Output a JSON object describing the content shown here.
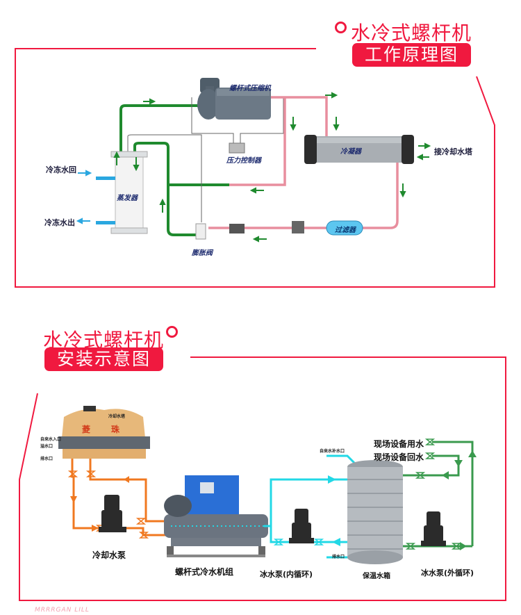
{
  "section1": {
    "title": "水冷式螺杆机",
    "badge": "工作原理图",
    "labels": {
      "compressor": "螺杆式压缩机",
      "pressure_controller": "压力控制器",
      "condenser": "冷凝器",
      "to_cooling_tower": "接冷却水塔",
      "chilled_water_return": "冷冻水回",
      "chilled_water_out": "冷冻水出",
      "evaporator": "蒸发器",
      "expansion_valve": "膨胀阀",
      "filter": "过滤器"
    }
  },
  "section2": {
    "title": "水冷式螺杆机",
    "badge": "安装示意图",
    "labels": {
      "cooling_tower": "冷却水塔",
      "tower_brand": "菱 珠",
      "tap_water_inlet": "自来水入口",
      "overflow": "溢水口",
      "drain_tower": "排水口",
      "cooling_pump": "冷却水泵",
      "chiller_unit": "螺杆式冷水机组",
      "ice_pump_inner": "冰水泵(内循环)",
      "tank_makeup": "自来水补水口",
      "drain_tank": "排水口",
      "insulated_tank": "保温水箱",
      "ice_pump_outer": "冰水泵(外循环)",
      "site_supply": "现场设备用水",
      "site_return": "现场设备回水"
    }
  },
  "colors": {
    "accent": "#f0193f",
    "refrigerant_green": "#1f8a2e",
    "hot_line_pink": "#e88e9e",
    "chilled_blue": "#2aa7e0",
    "cooling_orange": "#f07820",
    "cyan_line": "#22d8e6",
    "site_green": "#3a9a4e"
  },
  "footer": {
    "watermark": "MRRRGAN LILL"
  }
}
